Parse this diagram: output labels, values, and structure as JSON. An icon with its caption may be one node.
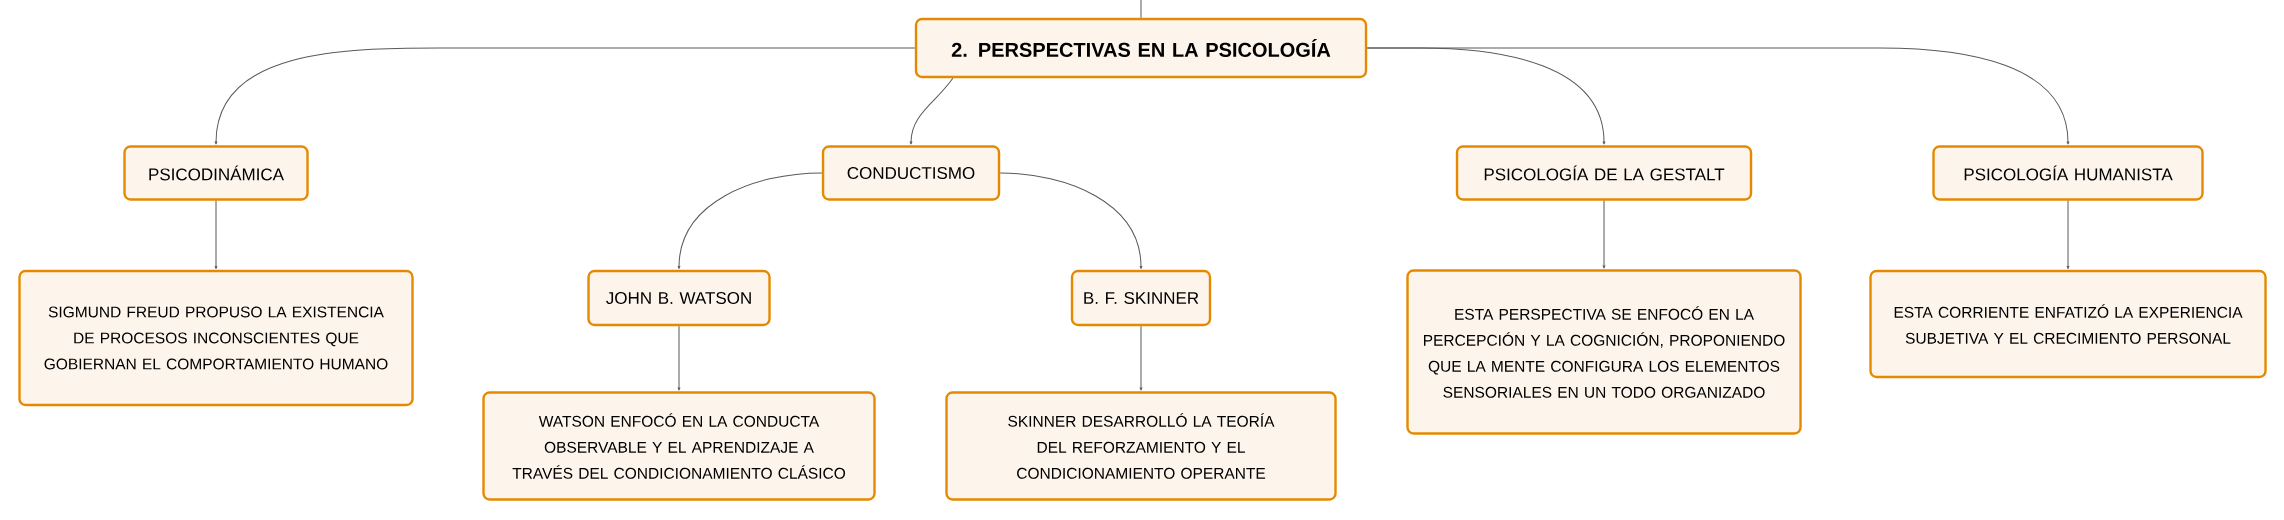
{
  "diagram": {
    "nodes": [
      {
        "text": [
          "2. PERSPECTIVAS EN LA PSICOLOGÍA"
        ]
      },
      {
        "text": [
          "PSICODINÁMICA"
        ]
      },
      {
        "text": [
          "CONDUCTISMO"
        ]
      },
      {
        "text": [
          "PSICOLOGÍA DE LA GESTALT"
        ]
      },
      {
        "text": [
          "PSICOLOGÍA HUMANISTA"
        ]
      },
      {
        "text": [
          "SIGMUND FREUD PROPUSO LA EXISTENCIA DE PROCESOS INCONSCIENTES QUE GOBIERNAN EL COMPORTAMIENTO HUMANO"
        ]
      },
      {
        "text": [
          "JOHN B. WATSON"
        ]
      },
      {
        "text": [
          "B. F. SKINNER"
        ]
      },
      {
        "text": [
          "ESTA PERSPECTIVA SE ENFOCÓ EN LA PERCEPCIÓN Y LA COGNICIÓN, PROPONIENDO QUE LA MENTE CONFIGURA LOS ELEMENTOS SENSORIALES EN UN TODO ORGANIZADO"
        ]
      },
      {
        "text": [
          "ESTA CORRIENTE ENFATIZÓ LA EXPERIENCIA SUBJETIVA Y EL CRECIMIENTO PERSONAL"
        ]
      },
      {
        "text": [
          "WATSON ENFOCÓ EN LA CONDUCTA OBSERVABLE Y EL APRENDIZAJE A TRAVÉS DEL CONDICIONAMIENTO CLÁSICO"
        ]
      },
      {
        "text": [
          "SKINNER DESARROLLÓ LA TEORÍA DEL REFORZAMIENTO Y EL CONDICIONAMIENTO OPERANTE"
        ]
      }
    ],
    "edges": [
      {
        "from": null,
        "to": 0,
        "arrow": "none"
      },
      {
        "from": 0,
        "to": 1,
        "arrow": "to"
      },
      {
        "from": 0,
        "to": 2,
        "arrow": "to"
      },
      {
        "from": 0,
        "to": 3,
        "arrow": "to"
      },
      {
        "from": 0,
        "to": 4,
        "arrow": "to"
      },
      {
        "from": 1,
        "to": 5,
        "arrow": "to"
      },
      {
        "from": 2,
        "to": 6,
        "arrow": "to"
      },
      {
        "from": 2,
        "to": 7,
        "arrow": "to"
      },
      {
        "from": 3,
        "to": 8,
        "arrow": "to"
      },
      {
        "from": 4,
        "to": 9,
        "arrow": "to"
      },
      {
        "from": 6,
        "to": 10,
        "arrow": "to"
      },
      {
        "from": 7,
        "to": 11,
        "arrow": "to"
      }
    ]
  }
}
